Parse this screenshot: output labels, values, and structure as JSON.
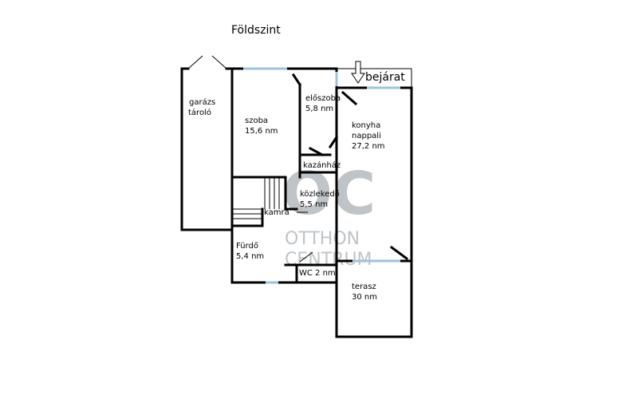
{
  "title": "Földszint",
  "entrance_label": "bejárat",
  "watermark": {
    "letters": "OC",
    "line1": "OTTHON",
    "line2": "CENTRUM"
  },
  "rooms": {
    "garage": {
      "name": "garázs",
      "line2": "tároló"
    },
    "room": {
      "name": "szoba",
      "area": "15,6 nm"
    },
    "hall": {
      "name": "előszoba",
      "area": "5,8 nm"
    },
    "kitchen": {
      "name": "konyha",
      "line2": "nappali",
      "area": "27,2 nm"
    },
    "boiler": {
      "name": "kazánház"
    },
    "corridor": {
      "name": "közlekedő",
      "area": "5,5 nm"
    },
    "pantry": {
      "name": "kamra"
    },
    "bathroom": {
      "name": "Fürdő",
      "area": "5,4 nm"
    },
    "wc": {
      "name": "WC 2 nm"
    },
    "terrace": {
      "name": "terasz",
      "area": "30 nm"
    }
  },
  "colors": {
    "wall": "#000000",
    "window": "#9dc3dc",
    "watermark": "#bfc4c8"
  }
}
